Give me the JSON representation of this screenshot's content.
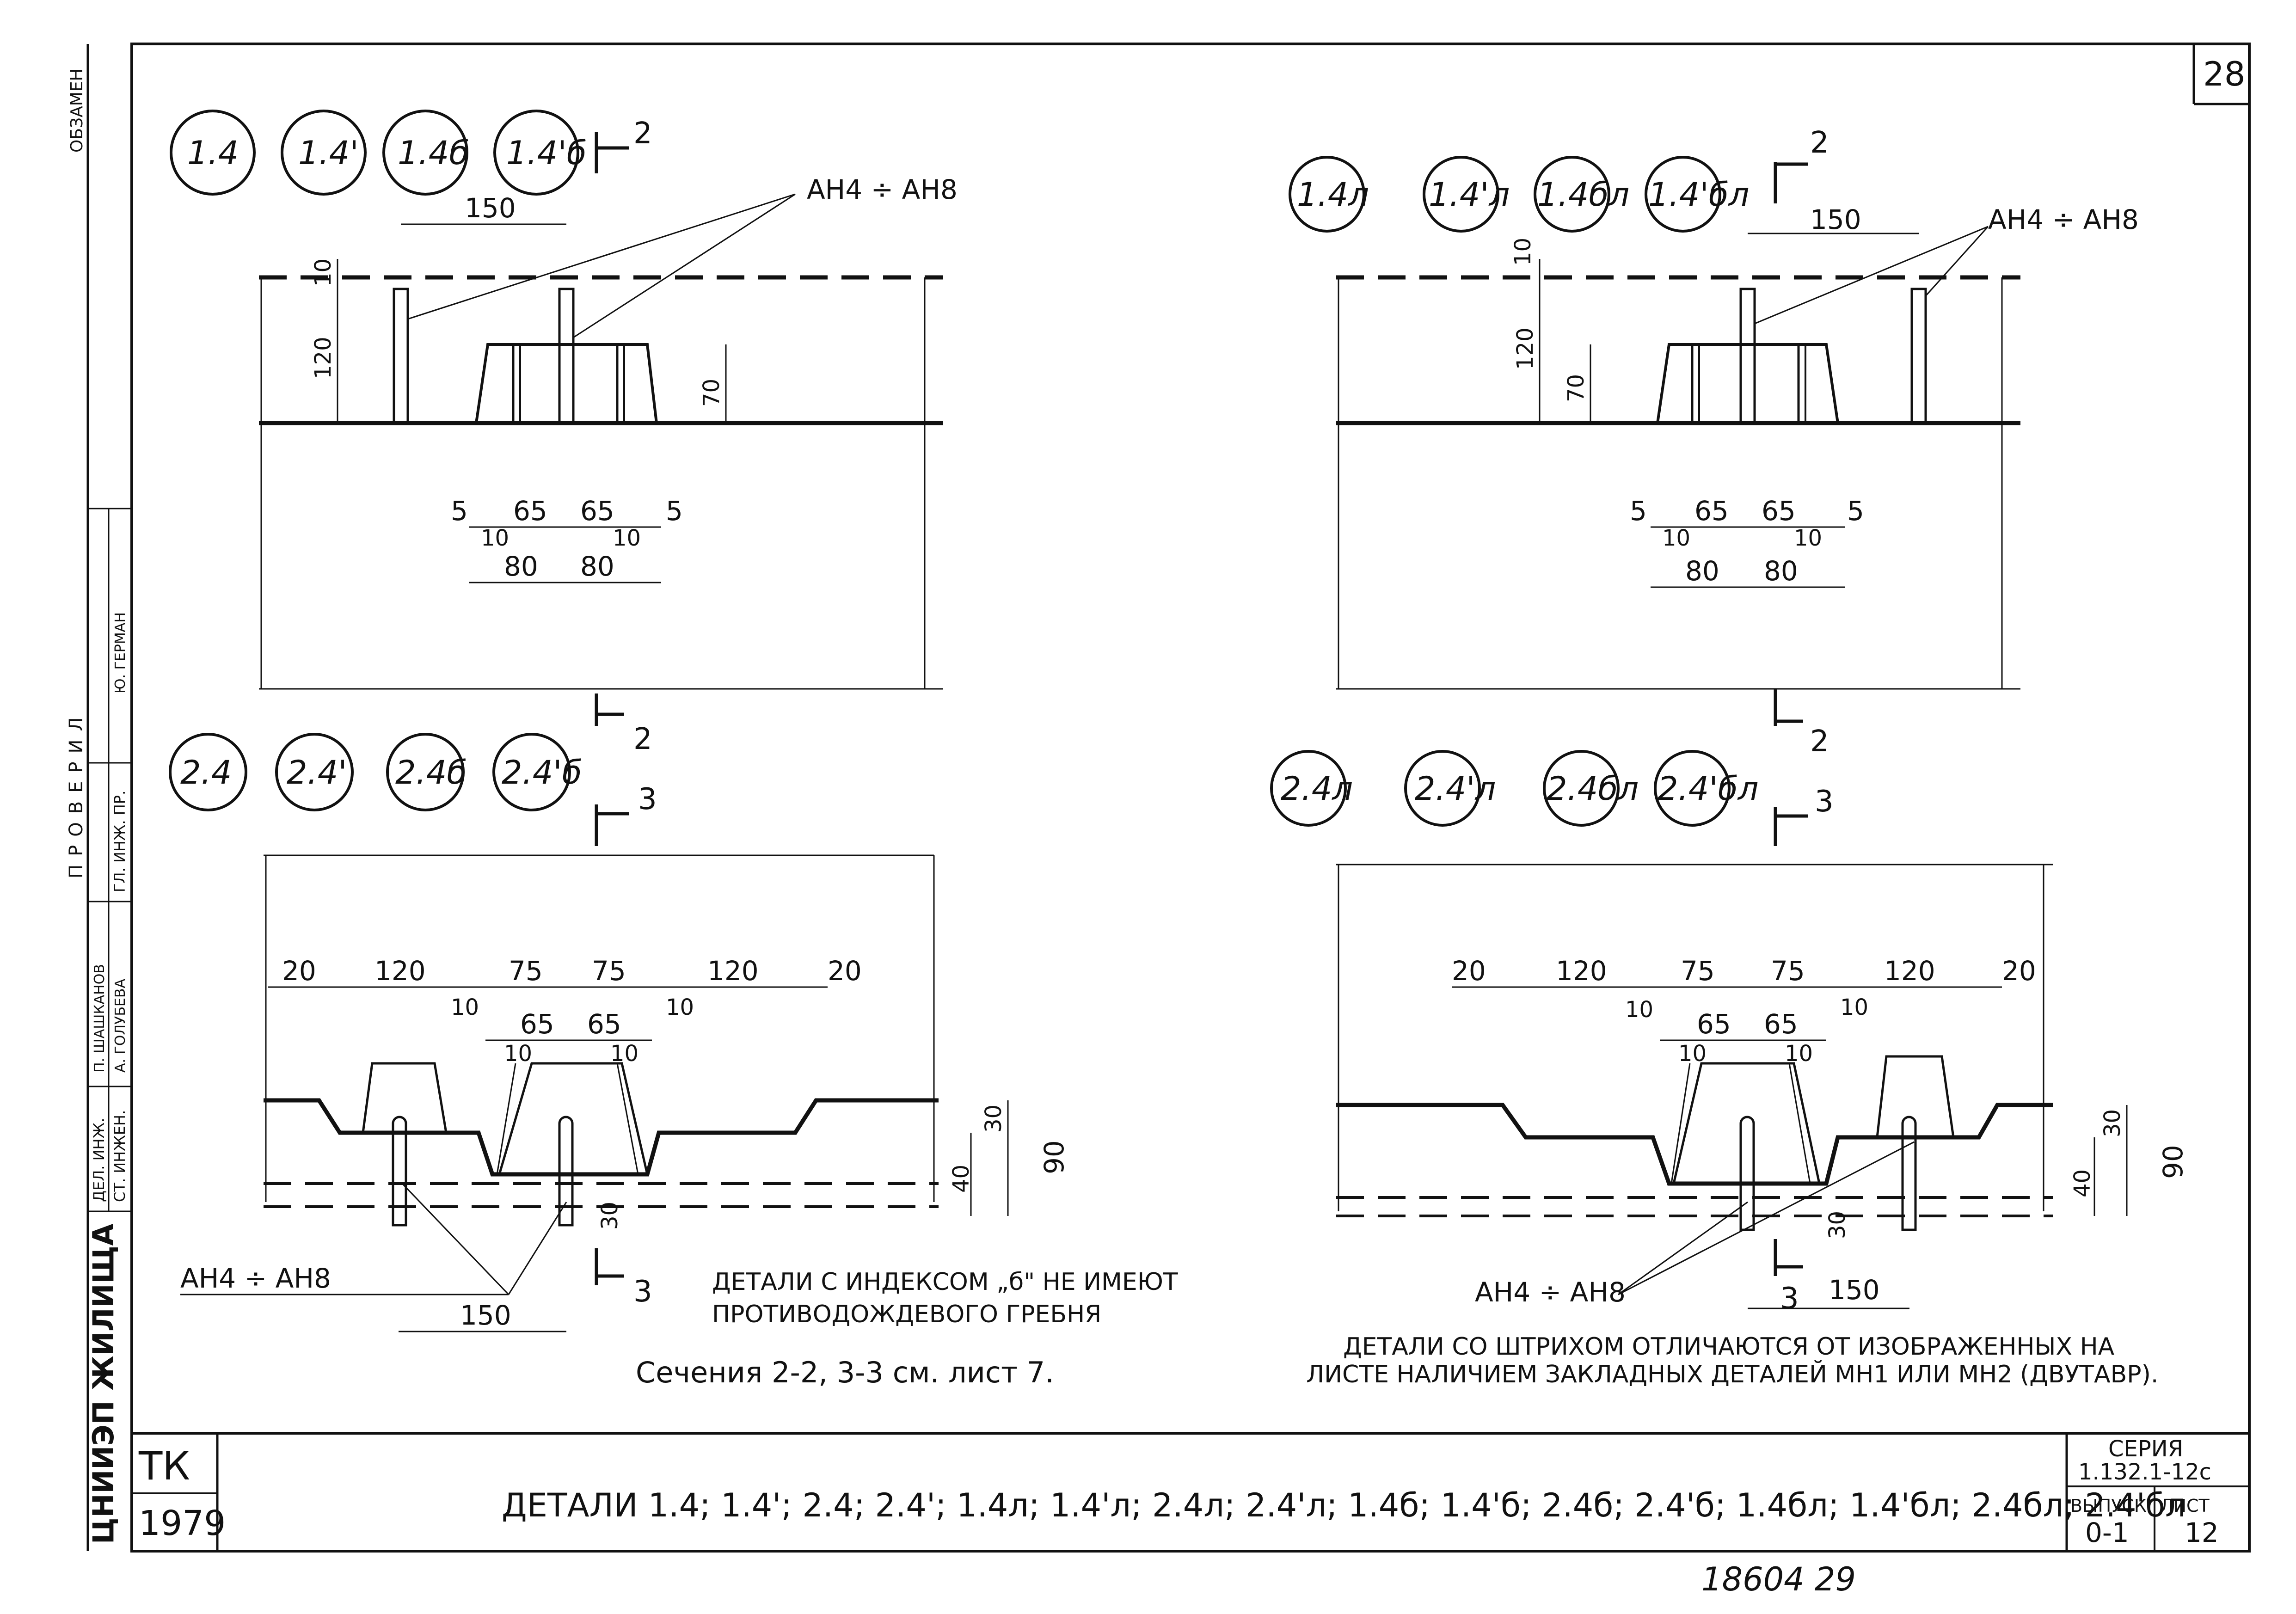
{
  "sheet": {
    "page_number": "28",
    "handwritten_number": "18604   29",
    "title_block": {
      "tk": "ТК",
      "year": "1979",
      "title": "ДЕТАЛИ  1.4; 1.4'; 2.4; 2.4'; 1.4л; 1.4'л; 2.4л; 2.4'л; 1.4б; 1.4'б; 2.4б; 2.4'б; 1.4бл; 1.4'бл; 2.4бл; 2.4'бл",
      "series_label": "СЕРИЯ",
      "series_value": "1.132.1-12с",
      "issue_label": "ВЫПУСК",
      "issue_value": "0-1",
      "sheet_label": "ЛИСТ",
      "sheet_value": "12"
    },
    "side_stamp": {
      "org": "ЦНИИЭП ЖИЛИЩА",
      "roles": [
        "ДЕЛ. ИНЖ.",
        "СТ. ИНЖЕН.",
        "ГЛ. ИНЖ. ПР."
      ],
      "names": [
        "П. ШАШКАНОВ",
        "А. ГОЛУБЕВА",
        "Ю. ГЕРМАН"
      ],
      "check_label": "ПРОВЕРИЛ",
      "exam_label": "ОБЗАМЕН"
    }
  },
  "details": {
    "top_left": {
      "labels": [
        "1.4",
        "1.4'",
        "1.4б",
        "1.4'б"
      ],
      "section_mark": "2",
      "rebar": "АН4 ÷ АН8",
      "dims": {
        "d150": "150",
        "d10": "10",
        "d120": "120",
        "d70": "70",
        "d5a": "5",
        "d65a": "65",
        "d65b": "65",
        "d5b": "5",
        "d10a": "10",
        "d10b": "10",
        "d80a": "80",
        "d80b": "80"
      }
    },
    "top_right": {
      "labels": [
        "1.4л",
        "1.4'л",
        "1.4бл",
        "1.4'бл"
      ],
      "section_mark": "2",
      "rebar": "АН4 ÷ АН8",
      "dims": {
        "d150": "150",
        "d10": "10",
        "d120": "120",
        "d70": "70",
        "d5a": "5",
        "d65a": "65",
        "d65b": "65",
        "d5b": "5",
        "d10a": "10",
        "d10b": "10",
        "d80a": "80",
        "d80b": "80"
      }
    },
    "bottom_left": {
      "labels": [
        "2.4",
        "2.4'",
        "2.4б",
        "2.4'б"
      ],
      "section_mark": "3",
      "rebar": "АН4 ÷ АН8",
      "dims": {
        "d20a": "20",
        "d120a": "120",
        "d75a": "75",
        "d75b": "75",
        "d120b": "120",
        "d20b": "20",
        "d10a": "10",
        "d10b": "10",
        "d65a": "65",
        "d65b": "65",
        "d10c": "10",
        "d10d": "10",
        "d30": "30",
        "d40": "40",
        "d90": "90",
        "d30b": "30",
        "d150": "150"
      }
    },
    "bottom_right": {
      "labels": [
        "2.4л",
        "2.4'л",
        "2.4бл",
        "2.4'бл"
      ],
      "section_mark": "3",
      "rebar": "АН4 ÷ АН8",
      "dims": {
        "d20a": "20",
        "d120a": "120",
        "d75a": "75",
        "d75b": "75",
        "d120b": "120",
        "d20b": "20",
        "d10a": "10",
        "d10b": "10",
        "d65a": "65",
        "d65b": "65",
        "d10c": "10",
        "d10d": "10",
        "d30": "30",
        "d40": "40",
        "d90": "90",
        "d30b": "30",
        "d150": "150"
      }
    }
  },
  "notes": {
    "note_b_1": "ДЕТАЛИ С ИНДЕКСОМ „б\" НЕ ИМЕЮТ",
    "note_b_2": "ПРОТИВОДОЖДЕВОГО ГРЕБНЯ",
    "sections_ref": "Сечения 2-2, 3-3 см. лист 7.",
    "note_stroke_1": "ДЕТАЛИ   СО ШТРИХОМ ОТЛИЧАЮТСЯ ОТ ИЗОБРАЖЕННЫХ НА",
    "note_stroke_2": "ЛИСТЕ НАЛИЧИЕМ ЗАКЛАДНЫХ ДЕТАЛЕЙ МН1 ИЛИ МН2 (ДВУТАВР)."
  }
}
